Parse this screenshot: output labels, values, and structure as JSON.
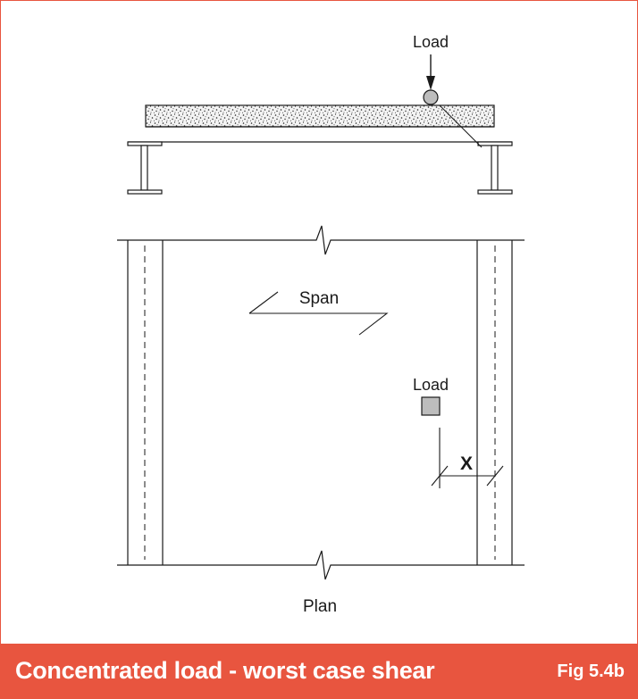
{
  "diagram": {
    "section_load_label": "Load",
    "span_label": "Span",
    "plan_load_label": "Load",
    "dimension_label": "X",
    "plan_label": "Plan"
  },
  "footer": {
    "title": "Concentrated load - worst case shear",
    "figure_number": "Fig 5.4b"
  },
  "colors": {
    "accent": "#e8553f",
    "line": "#1a1a1a",
    "load_patch": "#bdbdbd"
  }
}
